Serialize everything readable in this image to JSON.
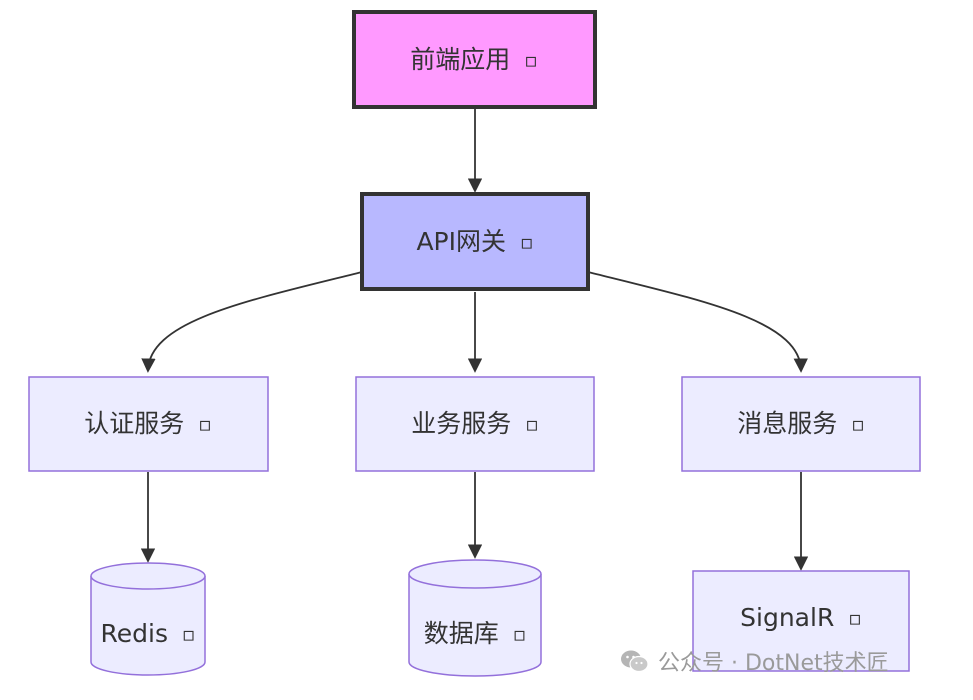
{
  "nodes": {
    "frontend": "前端应用",
    "gateway": "API网关",
    "auth_service": "认证服务",
    "business_service": "业务服务",
    "message_service": "消息服务",
    "redis": "Redis",
    "database": "数据库",
    "signalr": "SignalR"
  },
  "node_marker": "▫",
  "colors": {
    "frontend_fill": "#ff99ff",
    "gateway_fill": "#b8b8ff",
    "default_fill": "#ececff",
    "default_stroke": "#9370db",
    "emphasis_stroke": "#333333",
    "edge": "#333333"
  },
  "watermark": {
    "text": "公众号 · DotNet技术匠",
    "icon": "wechat-logo-icon"
  }
}
